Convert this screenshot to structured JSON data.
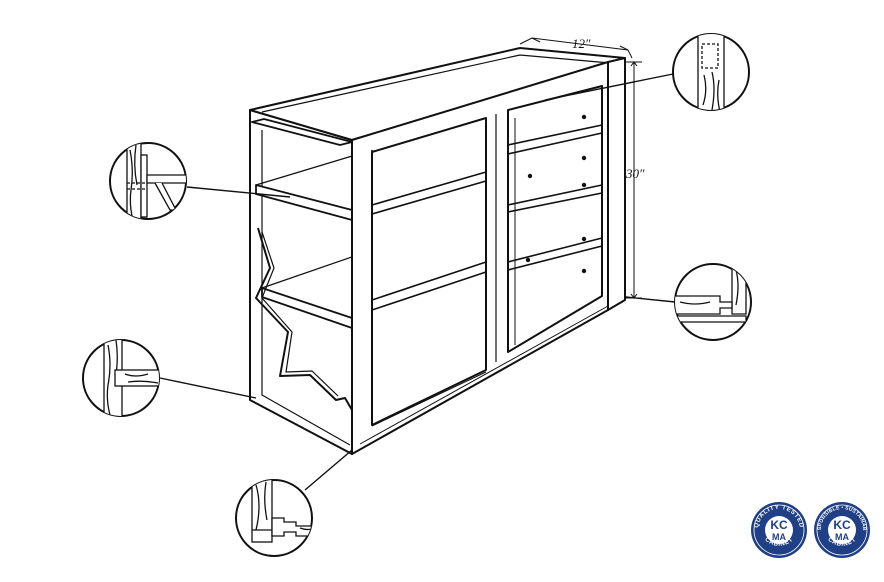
{
  "dimensions": {
    "depth": "12″",
    "height": "30″"
  },
  "callouts": [
    {
      "id": "top-joint",
      "icon": "dado-top-joint-icon"
    },
    {
      "id": "shelf-support",
      "icon": "shelf-clip-icon"
    },
    {
      "id": "side-shelf-joint",
      "icon": "dado-shelf-joint-icon"
    },
    {
      "id": "bottom-rear-joint",
      "icon": "bottom-back-joint-icon"
    },
    {
      "id": "bottom-front-joint",
      "icon": "face-frame-joint-icon"
    }
  ],
  "seals": [
    {
      "name": "quality-tested-seal",
      "top_text": "QUALITY TESTED",
      "bottom_text": "CABINET",
      "mark": "KC",
      "mark2": "MA",
      "color": "#1f3f86"
    },
    {
      "name": "responsible-sustainable-seal",
      "top_text": "RESPONSIBLE • SUSTAINABLE",
      "bottom_text": "CABINET",
      "mark": "KC",
      "mark2": "MA",
      "color": "#1f3f86"
    }
  ]
}
